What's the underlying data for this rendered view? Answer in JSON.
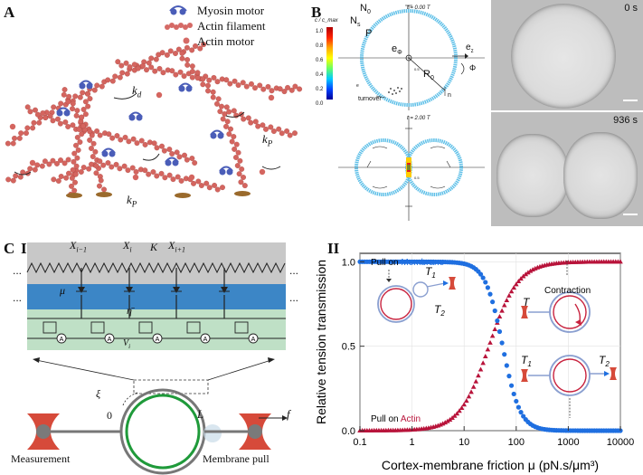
{
  "panelA": {
    "letter": "A",
    "legend": [
      {
        "label": "Myosin motor"
      },
      {
        "label": "Actin filament"
      },
      {
        "label": "Actin motor"
      }
    ],
    "labels": {
      "kd": "k",
      "kd_sub": "d",
      "kp1": "k",
      "kp1_sub": "P",
      "kp2": "k",
      "kp2_sub": "P"
    }
  },
  "panelB": {
    "letter": "B",
    "colorbar_label": "c / c_max",
    "colorbar_ticks": [
      "1.0",
      "0.8",
      "0.6",
      "0.4",
      "0.2",
      "0.0"
    ],
    "top_time": "t = 0.00 T",
    "bottom_time": "t = 2.00 T",
    "labels": {
      "No": "N",
      "No_sub": "0",
      "Ns": "N",
      "Ns_sub": "s",
      "P": "P",
      "ephi": "e",
      "ephi_sub": "Φ",
      "ez": "e",
      "ez_sub": "z",
      "phi": "Φ",
      "R0": "R",
      "R0_sub": "0",
      "turnover": "turnover",
      "eth": "e",
      "n": "n",
      "tick": "0.5"
    },
    "micrograph_times": [
      "0 s",
      "936 s"
    ]
  },
  "panelC": {
    "letter": "C",
    "sub1": "I",
    "sub2": "II",
    "schematic": {
      "X_prev": "X",
      "X_prev_sub": "i−1",
      "X_i": "X",
      "X_i_sub": "i",
      "K": "K",
      "X_next": "X",
      "X_next_sub": "i+1",
      "mu": "μ",
      "eta": "η̄",
      "V_i": "V",
      "V_i_sub": "i",
      "motor_label": "A",
      "dots": "...",
      "xi": "ξ",
      "zero": "0",
      "L": "L",
      "f": "f",
      "measurement": "Measurement",
      "membrane_pull": "Membrane pull"
    }
  },
  "chart_data": {
    "type": "scatter",
    "xlabel": "Cortex-membrane friction μ (pN.s/μm³)",
    "ylabel": "Relative tension transmission",
    "x_scale": "log",
    "xlim": [
      0.1,
      10000
    ],
    "ylim": [
      0,
      1.05
    ],
    "x_ticks": [
      "0.1",
      "1",
      "10",
      "100",
      "1000",
      "10000"
    ],
    "y_ticks": [
      "0.0",
      "0.5",
      "1.0"
    ],
    "series": [
      {
        "name": "Pull on Membrane",
        "color": "#1f6fe0",
        "marker": "circle",
        "midpoint": 55,
        "steepness": 2.6
      },
      {
        "name": "Pull on Actin",
        "color": "#b8133a",
        "marker": "triangle",
        "midpoint": 30,
        "steepness": 1.55
      }
    ],
    "legend_top": {
      "pre": "Pull on ",
      "word": "Membrane"
    },
    "legend_bottom": {
      "pre": "Pull on ",
      "word": "Actin"
    },
    "inset_labels": {
      "T1": "T",
      "T1_sub": "1",
      "T2": "T",
      "T2_sub": "2",
      "T": "T",
      "contraction": "Contraction"
    }
  }
}
